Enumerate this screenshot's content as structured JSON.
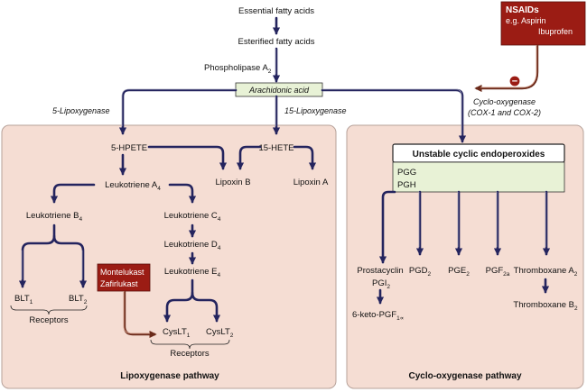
{
  "top": {
    "essential": "Essential fatty acids",
    "esterified": "Esterified fatty acids",
    "phospholipase": "Phospholipase A",
    "phospholipase_sub": "2",
    "arachidonic": "Arachidonic acid"
  },
  "enzymes": {
    "lox5": "5-Lipoxygenase",
    "lox15": "15-Lipoxygenase",
    "cox_line1": "Cyclo-oxygenase",
    "cox_line2": "(COX-1 and COX-2)"
  },
  "nsaids": {
    "title": "NSAIDs",
    "line1": "e.g. Aspirin",
    "line2": "Ibuprofen",
    "minus": "−"
  },
  "lox": {
    "panel_title": "Lipoxygenase pathway",
    "hpete5": "5-HPETE",
    "hete15": "15-HETE",
    "lipoxinB": "Lipoxin B",
    "lipoxinA": "Lipoxin A",
    "ltA": "Leukotriene A",
    "ltA_sub": "4",
    "ltB": "Leukotriene B",
    "ltB_sub": "4",
    "ltC": "Leukotriene C",
    "ltC_sub": "4",
    "ltD": "Leukotriene D",
    "ltD_sub": "4",
    "ltE": "Leukotriene E",
    "ltE_sub": "4",
    "blt1": "BLT",
    "blt1_sub": "1",
    "blt2": "BLT",
    "blt2_sub": "2",
    "receptors_left": "Receptors",
    "cyslt1": "CysLT",
    "cyslt1_sub": "1",
    "cyslt2": "CysLT",
    "cyslt2_sub": "2",
    "receptors_right": "Receptors",
    "drug_line1": "Montelukast",
    "drug_line2": "Zafirlukast"
  },
  "cox": {
    "panel_title": "Cyclo-oxygenase pathway",
    "endo_title": "Unstable cyclic endoperoxides",
    "pgg": "PGG",
    "pgh": "PGH",
    "prostacyclin": "Prostacyclin",
    "pgi": "PGI",
    "pgi_sub": "2",
    "ketopgf": "6-keto-PGF",
    "ketopgf_sub": "1∝",
    "pgd": "PGD",
    "pgd_sub": "2",
    "pge": "PGE",
    "pge_sub": "2",
    "pgf": "PGF",
    "pgf_sub": "2a",
    "txa": "Thromboxane A",
    "txa_sub": "2",
    "txb": "Thromboxane B",
    "txb_sub": "2"
  },
  "colors": {
    "panel_fill": "#f5ddd3",
    "panel_border": "#b7a29a",
    "arrow": "#24245e",
    "drug_box": "#9b1c14",
    "aa_box": "#e8f2d6",
    "endo_box": "#e8f2d6"
  }
}
